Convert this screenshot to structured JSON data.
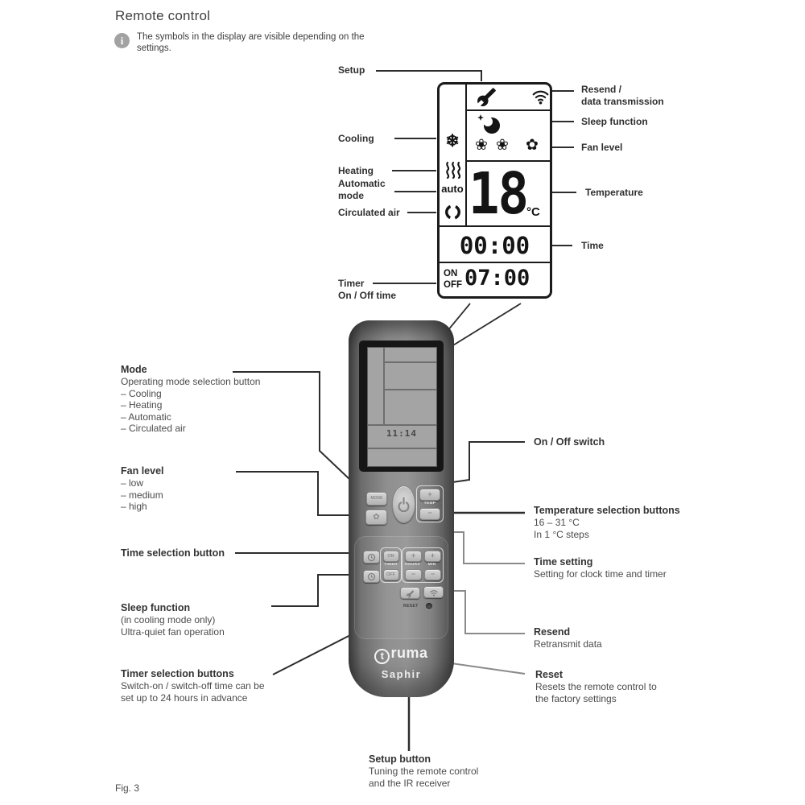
{
  "page": {
    "title": "Remote control",
    "info_glyph": "i",
    "note": "The symbols in the display are visible depending on the\nsettings.",
    "fig": "Fig. 3"
  },
  "colors": {
    "ink": "#2d2d2d",
    "callout_gray": "#8a8a8a",
    "lcd_gray": "#a4a4a4"
  },
  "icons": {
    "snowflake": "❄",
    "fan_outline": "❀",
    "fan_solid": "✿",
    "fan_button": "✿"
  },
  "display": {
    "auto_label": "auto",
    "temperature": "18",
    "temp_unit": "°C",
    "clock": "00:00",
    "timer_on": "ON",
    "timer_off": "OFF",
    "timer_time": "07:00",
    "labels_left": {
      "setup": "Setup",
      "cooling": "Cooling",
      "heating": "Heating",
      "automatic": "Automatic\nmode",
      "circulated": "Circulated air",
      "timer": "Timer\nOn / Off time"
    },
    "labels_right": {
      "resend": "Resend /\ndata transmission",
      "sleep": "Sleep function",
      "fan": "Fan level",
      "temperature": "Temperature",
      "time": "Time"
    }
  },
  "remote": {
    "lcd_time": "11:14",
    "brand_t": "t",
    "brand_rest": "ruma",
    "model": "Saphir",
    "mode_button": "MODE",
    "temp_label": "TEMP",
    "plus": "+",
    "minus": "−",
    "timer_label": "TIMER",
    "on": "ON",
    "off": "OFF",
    "hours_label": "HOURS",
    "min_label": "MIN",
    "reset_label": "RESET"
  },
  "annotations": {
    "mode": {
      "title": "Mode",
      "body": "Operating mode selection button\n– Cooling\n– Heating\n– Automatic\n– Circulated air"
    },
    "fan": {
      "title": "Fan level",
      "body": "– low\n– medium\n– high"
    },
    "time_selection": {
      "title": "Time selection button",
      "body": ""
    },
    "sleep": {
      "title": "Sleep function",
      "body": "(in cooling mode only)\nUltra-quiet fan operation"
    },
    "timer": {
      "title": "Timer selection buttons",
      "body": "Switch-on / switch-off time can be\nset up to 24 hours in advance"
    },
    "onoff": {
      "title": "On / Off switch",
      "body": ""
    },
    "temp": {
      "title": "Temperature selection buttons",
      "body": "16 – 31 °C\nIn 1 °C steps"
    },
    "time_setting": {
      "title": "Time setting",
      "body": "Setting for clock time and timer"
    },
    "resend": {
      "title": "Resend",
      "body": "Retransmit data"
    },
    "reset": {
      "title": "Reset",
      "body": "Resets the remote control to\nthe factory settings"
    },
    "setup": {
      "title": "Setup button",
      "body": "Tuning the remote control\nand the IR receiver"
    }
  }
}
